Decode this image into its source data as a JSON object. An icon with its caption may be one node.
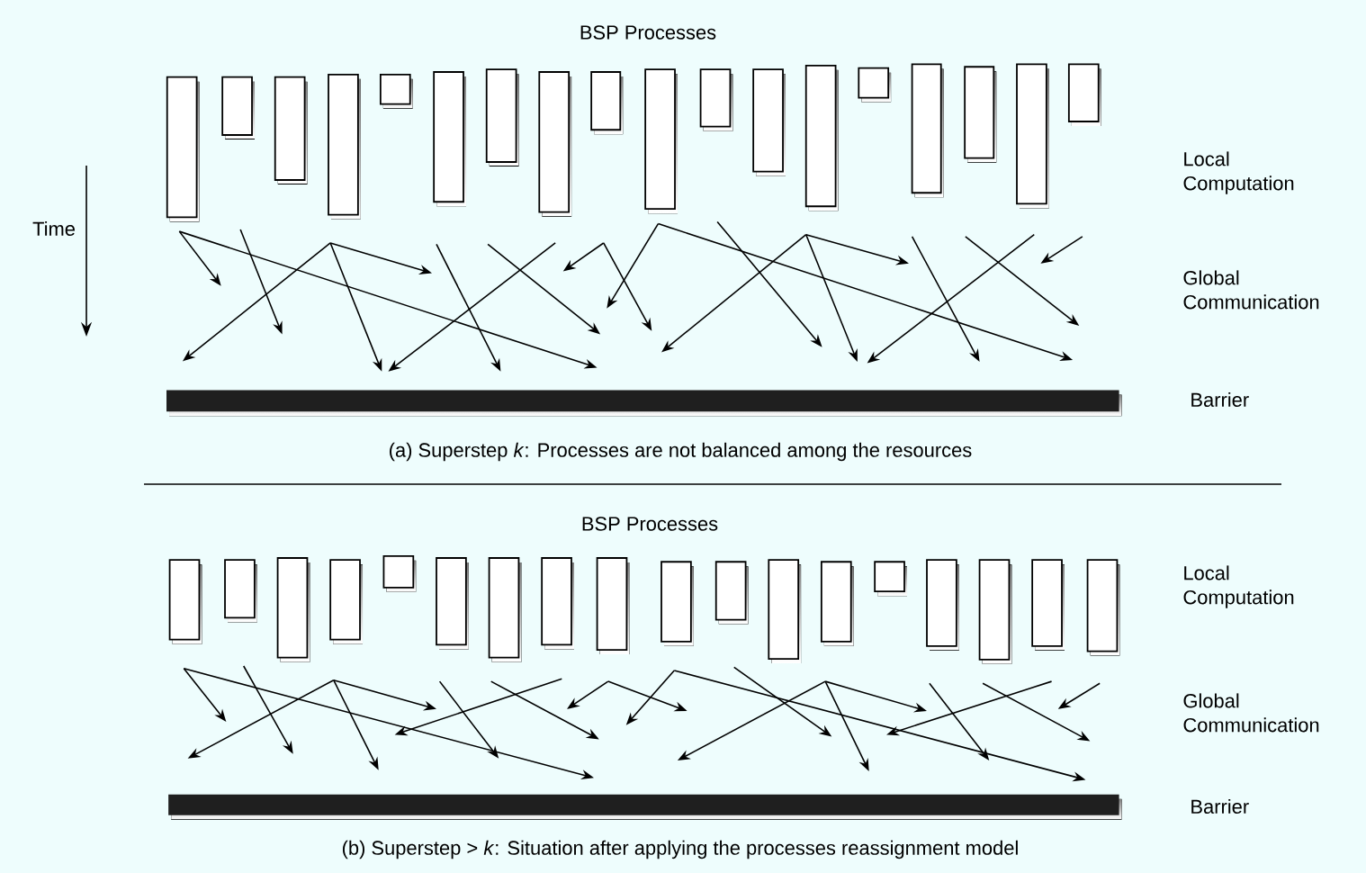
{
  "diagram": {
    "labels": [
      "BSP Processes",
      "Local Computation",
      "Time",
      "Global Communication",
      "Barrier",
      "(a) Superstep *k*: Processes are not balanced among the resources",
      "BSP Processes",
      "Local Computation",
      "Global Communication",
      "Barrier",
      "(b) Superstep > *k*: Situation after applying the processes reassignment model"
    ]
  }
}
